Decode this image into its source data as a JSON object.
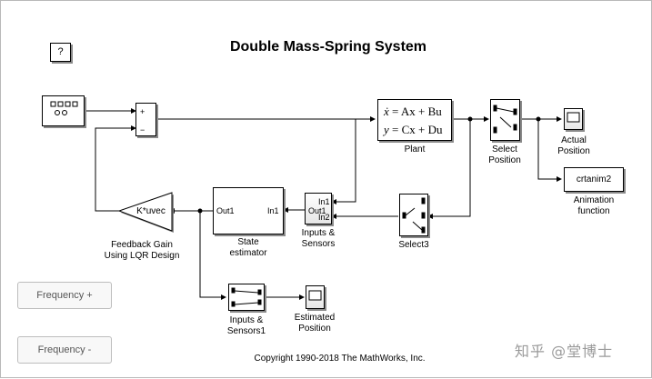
{
  "title": "Double Mass-Spring System",
  "copyright": "Copyright 1990-2018 The MathWorks, Inc.",
  "help_label": "?",
  "buttons": {
    "frequency_plus": "Frequency +",
    "frequency_minus": "Frequency -"
  },
  "blocks": {
    "sum": {
      "plus": "+",
      "minus": "−"
    },
    "plant": {
      "label": "Plant",
      "eq1": {
        "lhs": "ẋ",
        "rhs": "= Ax + Bu"
      },
      "eq2": {
        "lhs": "y",
        "rhs": "= Cx + Du"
      }
    },
    "select_position": {
      "label_line1": "Select",
      "label_line2": "Position"
    },
    "actual_position": {
      "label_line1": "Actual",
      "label_line2": "Position"
    },
    "crtanim": {
      "text": "crtanim2",
      "label_line1": "Animation",
      "label_line2": "function"
    },
    "gain": {
      "text": "K*uvec",
      "label_line1": "Feedback Gain",
      "label_line2": "Using LQR Design"
    },
    "state_estimator": {
      "out_port": "Out1",
      "in_port": "In1",
      "label_line1": "State",
      "label_line2": "estimator"
    },
    "inputs_sensors": {
      "in1": "In1",
      "out1": "Out1",
      "in2": "In2",
      "label_line1": "Inputs &",
      "label_line2": "Sensors"
    },
    "select3": {
      "label": "Select3"
    },
    "inputs_sensors1": {
      "label_line1": "Inputs &",
      "label_line2": "Sensors1"
    },
    "estimated_position": {
      "label_line1": "Estimated",
      "label_line2": "Position"
    }
  },
  "watermark": "知乎 @堂博士",
  "colors": {
    "block_shadow": "#8a8a8a",
    "button_text": "#555555",
    "border": "#b8b8b8"
  }
}
